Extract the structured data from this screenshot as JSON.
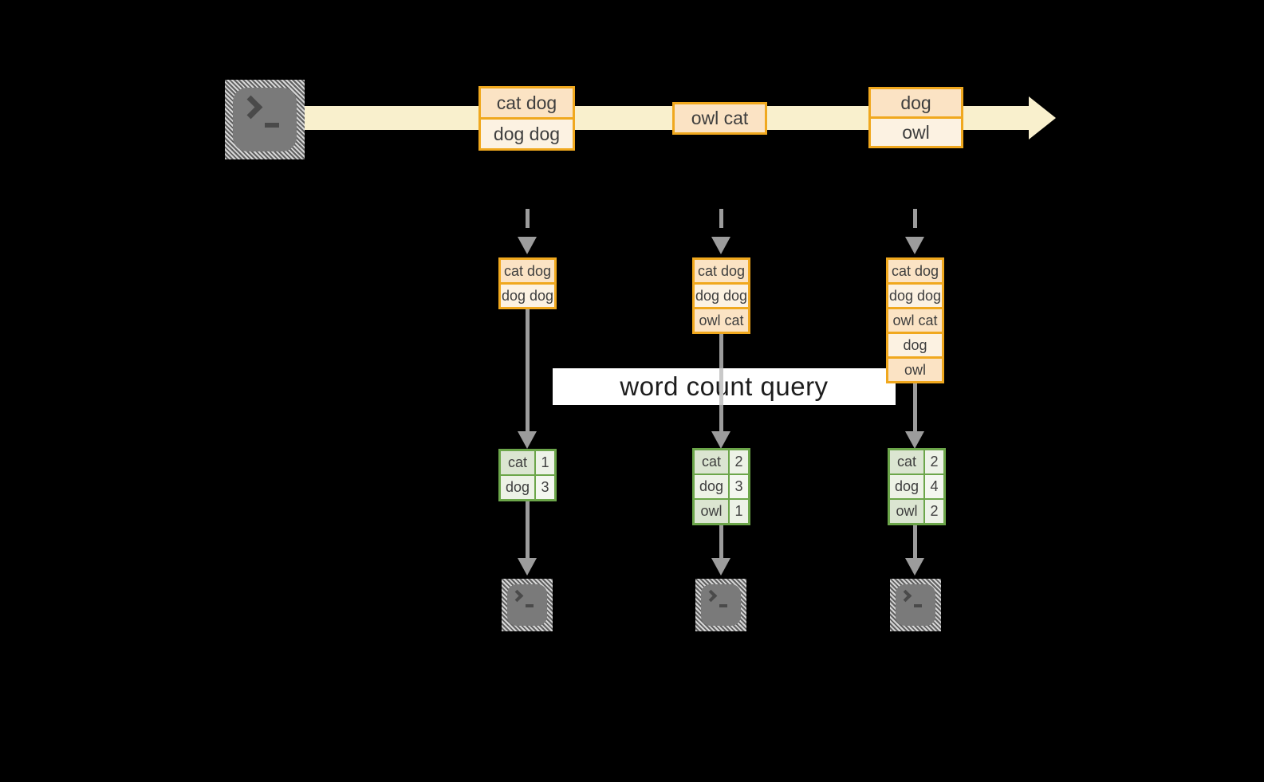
{
  "query_label": "word count query",
  "stream": {
    "events": [
      {
        "rows": [
          "cat dog",
          "dog dog"
        ]
      },
      {
        "rows": [
          "owl cat"
        ]
      },
      {
        "rows": [
          "dog",
          "owl"
        ]
      }
    ]
  },
  "columns": [
    {
      "buffer": [
        "cat dog",
        "dog dog"
      ],
      "counts": [
        {
          "word": "cat",
          "count": "1"
        },
        {
          "word": "dog",
          "count": "3"
        }
      ]
    },
    {
      "buffer": [
        "cat dog",
        "dog dog",
        "owl cat"
      ],
      "counts": [
        {
          "word": "cat",
          "count": "2"
        },
        {
          "word": "dog",
          "count": "3"
        },
        {
          "word": "owl",
          "count": "1"
        }
      ]
    },
    {
      "buffer": [
        "cat dog",
        "dog dog",
        "owl cat",
        "dog",
        "owl"
      ],
      "counts": [
        {
          "word": "cat",
          "count": "2"
        },
        {
          "word": "dog",
          "count": "4"
        },
        {
          "word": "owl",
          "count": "2"
        }
      ]
    }
  ],
  "colors": {
    "stream_band": "#F9F0CD",
    "event_fill_a": "#FBE3C4",
    "event_fill_b": "#FCF2E2",
    "event_border": "#F0A81E",
    "table_border": "#6CA64A",
    "table_fill_dark": "#DBE5D1",
    "table_fill_light": "#EDF2E7",
    "arrow": "#9C9C9C",
    "background": "#000000"
  }
}
